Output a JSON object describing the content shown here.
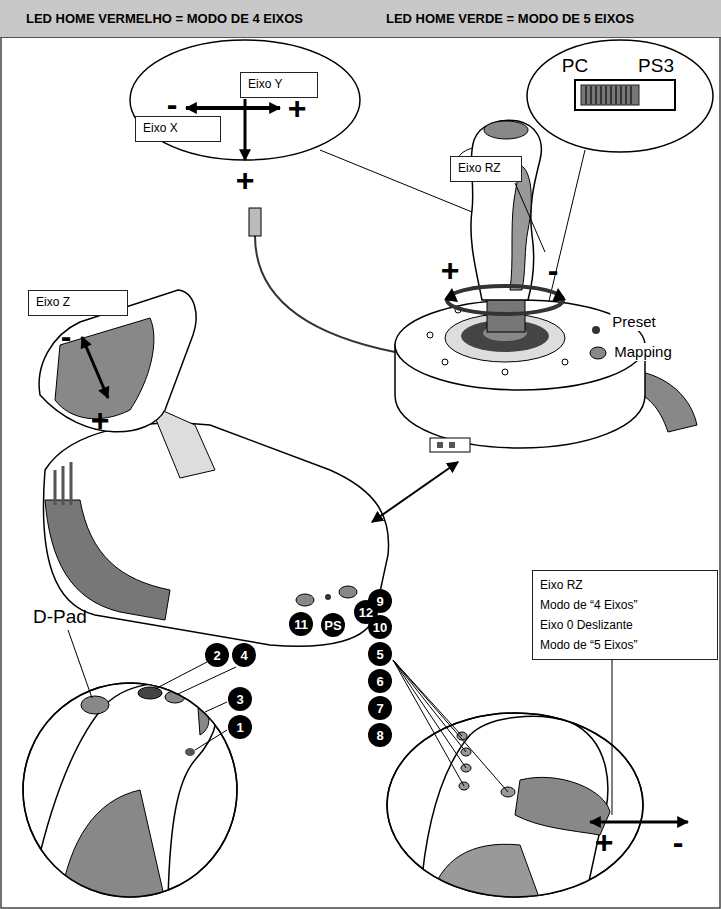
{
  "diagram": {
    "nodes": [
      {
        "text": [
          "LED HOME VERMELHO = MODO DE 4 EIXOS",
          "LED HOME VERDE = MODO DE 5 EIXOS"
        ]
      },
      {
        "text": [
          "Eixo Y"
        ]
      },
      {
        "text": [
          "Eixo X"
        ]
      },
      {
        "text": [
          "Eixo RZ"
        ]
      },
      {
        "text": [
          "Eixo Z"
        ]
      },
      {
        "text": [
          "Eixo RZ",
          "Modo de “4 Eixos”",
          "Eixo 0 Deslizante",
          "Modo de “5 Eixos”"
        ]
      }
    ],
    "labels": [
      "-",
      "+",
      "+",
      "PC",
      "PS3",
      "+",
      "-",
      "-",
      "+",
      "Preset",
      "Mapping",
      "11",
      "PS",
      "12",
      "D-Pad",
      "2",
      "4",
      "9",
      "10",
      "5",
      "6",
      "3",
      "1",
      "7",
      "8",
      "+",
      "-"
    ]
  }
}
